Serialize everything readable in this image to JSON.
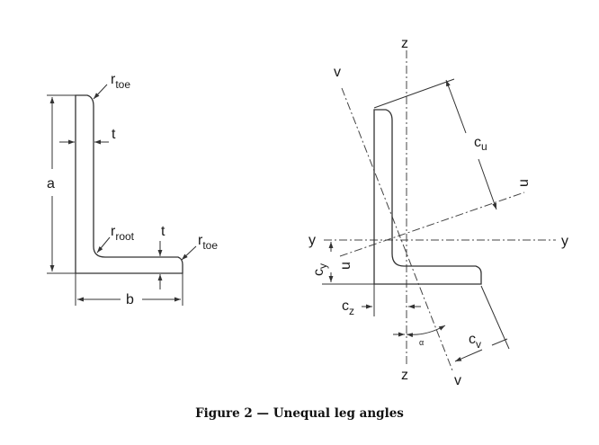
{
  "caption": "Figure 2 — Unequal leg angles",
  "left_figure": {
    "labels": {
      "r_toe_top": {
        "r": "r",
        "sub": "toe"
      },
      "t_vertical": "t",
      "a": "a",
      "r_root": {
        "r": "r",
        "sub": "root"
      },
      "t_horizontal": "t",
      "r_toe_right": {
        "r": "r",
        "sub": "toe"
      },
      "b": "b"
    }
  },
  "right_figure": {
    "labels": {
      "z_top": "z",
      "z_bottom": "z",
      "v_top": "v",
      "v_bottom": "v",
      "u_right": "u",
      "u_left": "u",
      "y_left": "y",
      "y_right": "y",
      "cu": {
        "c": "c",
        "sub": "u"
      },
      "cy": {
        "c": "c",
        "sub": "y"
      },
      "cz": {
        "c": "c",
        "sub": "z"
      },
      "cv": {
        "c": "c",
        "sub": "v"
      },
      "alpha": "α"
    }
  }
}
